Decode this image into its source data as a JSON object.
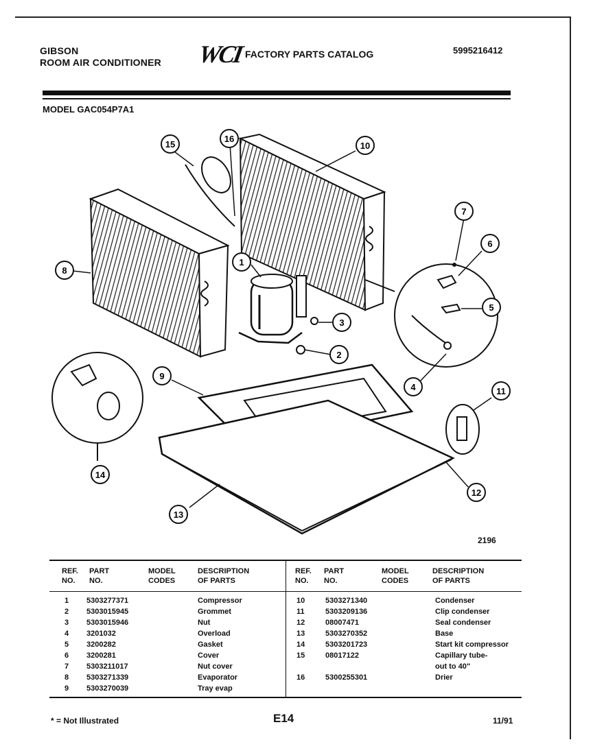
{
  "header": {
    "brand_line1": "GIBSON",
    "brand_line2": "ROOM AIR CONDITIONER",
    "logo_text": "WCI",
    "catalog_title": "FACTORY PARTS CATALOG",
    "catalog_number": "5995216412"
  },
  "model": "MODEL GAC054P7A1",
  "figure_number": "2196",
  "callouts": [
    "1",
    "2",
    "3",
    "4",
    "5",
    "6",
    "7",
    "8",
    "9",
    "10",
    "11",
    "12",
    "13",
    "14",
    "15",
    "16"
  ],
  "table": {
    "headers": {
      "ref": [
        "REF.",
        "NO."
      ],
      "part": [
        "PART",
        "NO."
      ],
      "model": [
        "MODEL",
        "CODES"
      ],
      "desc": [
        "DESCRIPTION",
        "OF PARTS"
      ]
    },
    "left_rows": [
      {
        "ref": "1",
        "part": "5303277371",
        "desc": "Compressor"
      },
      {
        "ref": "2",
        "part": "5303015945",
        "desc": "Grommet"
      },
      {
        "ref": "3",
        "part": "5303015946",
        "desc": "Nut"
      },
      {
        "ref": "4",
        "part": "3201032",
        "desc": "Overload"
      },
      {
        "ref": "5",
        "part": "3200282",
        "desc": "Gasket"
      },
      {
        "ref": "6",
        "part": "3200281",
        "desc": "Cover"
      },
      {
        "ref": "7",
        "part": "5303211017",
        "desc": "Nut cover"
      },
      {
        "ref": "8",
        "part": "5303271339",
        "desc": "Evaporator"
      },
      {
        "ref": "9",
        "part": "5303270039",
        "desc": "Tray evap"
      }
    ],
    "right_rows": [
      {
        "ref": "10",
        "part": "5303271340",
        "desc": "Condenser"
      },
      {
        "ref": "11",
        "part": "5303209136",
        "desc": "Clip condenser"
      },
      {
        "ref": "12",
        "part": "08007471",
        "desc": "Seal condenser"
      },
      {
        "ref": "13",
        "part": "5303270352",
        "desc": "Base"
      },
      {
        "ref": "14",
        "part": "5303201723",
        "desc": "Start kit compressor"
      },
      {
        "ref": "15",
        "part": "08017122",
        "desc": "Capillary tube-"
      },
      {
        "ref": "",
        "part": "",
        "desc": "out to 40\""
      },
      {
        "ref": "16",
        "part": "5300255301",
        "desc": "Drier"
      }
    ]
  },
  "footer": {
    "note": "* = Not Illustrated",
    "page_code": "E14",
    "date": "11/91"
  }
}
